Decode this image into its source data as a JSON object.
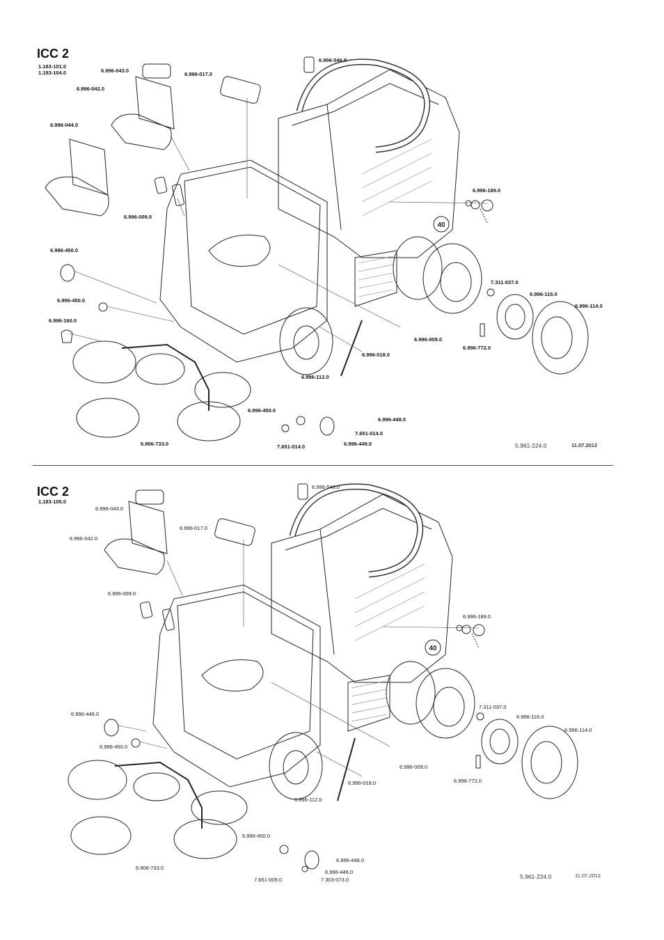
{
  "sheets": [
    {
      "title": "ICC 2",
      "models": [
        "1.183-101.0",
        "1.183-104.0"
      ],
      "labels": {
        "headrest": "6.996-043.0",
        "seat_basic": "6.996-042.0",
        "seat_comfort": "6.996-044.0",
        "mirror_interior": "6.996-017.0",
        "beacon": "6.996-546,0",
        "mirror_side_left": "6.996-009.0",
        "plug_socket": "6.996-189.0",
        "headlight": "6.996-450.0",
        "indicator": "6.996-450.0",
        "work_light": "6.996-160.0",
        "mirror_side_right": "6.996-009.0",
        "wiper": "6.996-018.0",
        "wheel_nut": "7.311-037.0",
        "rim": "6.996-116.0",
        "tyre": "6.996-114.0",
        "valve": "6.996-772.0",
        "fuse": "6.996-112.0",
        "lamp_front": "6.996-450.0",
        "bulb_holder": "6.996-448.0",
        "bulb_a": "7.651-014.0",
        "bulb_b": "7.651-014.0",
        "lamp_rear": "6.996-449.0",
        "side_brush": "6.906-733.0"
      },
      "doc_number": "5.961-224.0",
      "date": "11.07.2012"
    },
    {
      "title": "ICC 2",
      "models": [
        "1.183-105.0"
      ],
      "labels": {
        "headrest": "6.996-043.0",
        "seat_basic": "6.996-042.0",
        "mirror_interior": "6.996-017.0",
        "beacon": "6.996-546.0",
        "mirror_side_left": "6.996-009.0",
        "plug_socket": "6.996-189.0",
        "lamp_rear_top": "6.996-449.0",
        "indicator": "6.996-450.0",
        "mirror_side_right": "6.996-009.0",
        "wiper": "6.996-018.0",
        "wheel_nut": "7.311-037.0",
        "rim": "6.996-116.0",
        "tyre": "6.996-114.0",
        "valve": "6.996-772.0",
        "fuse": "6.996-112.0",
        "lamp_front": "6.996-450.0",
        "bulb_holder": "6.996-448.0",
        "lamp_rear": "6.996-449.0",
        "bulb_a": "7.651-009.0",
        "bulb_c": "7.303-073.0",
        "side_brush": "6.906-733.0"
      },
      "doc_number": "5.961-224.0",
      "date": "11.07.2012"
    }
  ],
  "speed_badge": "40"
}
